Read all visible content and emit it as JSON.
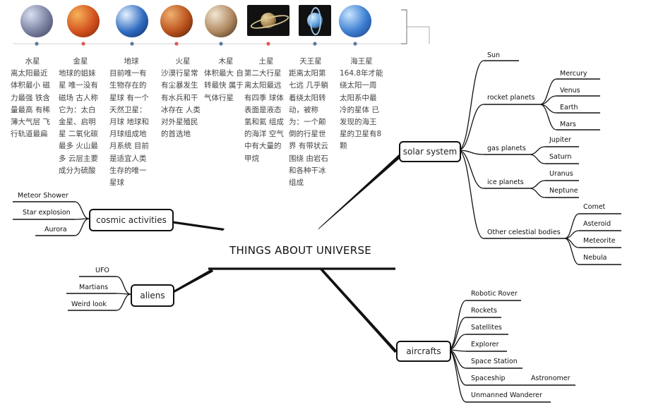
{
  "planets": [
    {
      "name": "水星",
      "desc": "离太阳最近 体积最小 磁力最强 铁含量最高 有稀薄大气层 飞行轨道最扁",
      "colors": [
        "#d8e0f0",
        "#7a7fa0",
        "#3c3f5a"
      ],
      "dot": "#5a7a9a"
    },
    {
      "name": "金星",
      "desc": "地球的姐妹星 唯一没有磁场 古人称它为：太白金星、启明星 二氧化碳最多 火山最多 云层主要成分为硫酸",
      "colors": [
        "#f6b25a",
        "#d2521e",
        "#7a1f0a"
      ],
      "dot": "#e15a5a"
    },
    {
      "name": "地球",
      "desc": "目前唯一有生物存在的星球 有一个天然卫星：月球 地球和月球组成地月系统 目前是适宜人类生存的唯一星球",
      "colors": [
        "#e6f2ff",
        "#2f6cc0",
        "#0d2a5e"
      ],
      "dot": "#5a7a9a"
    },
    {
      "name": "火星",
      "desc": "沙漠行星常有尘暴发生 有水兵和干冰存在 人类对外星殖民的首选地",
      "colors": [
        "#f0b070",
        "#b8521c",
        "#4a1a08"
      ],
      "dot": "#e15a5a"
    },
    {
      "name": "木星",
      "desc": "体积最大 自转最快 属于气体行星",
      "colors": [
        "#f2e6d2",
        "#b08860",
        "#3a2a1c"
      ],
      "dot": "#5a7a9a"
    },
    {
      "name": "土星",
      "desc": "第二大行星 离太阳最远 有四季 球体表面是液态氢和氦 组成的海洋 空气中有大量的甲烷",
      "colors": [
        "#e8d4a0",
        "#a88850",
        "#1a1a1a"
      ],
      "dot": "#e15a5a"
    },
    {
      "name": "天王星",
      "desc": "距离太阳第七远 几乎躺着绕太阳转动，被称为：一个颠倒的行星世界 有带状云围绕 由岩石和各种干冰组成",
      "colors": [
        "#e0f4ff",
        "#5a9ad8",
        "#0a1a30"
      ],
      "dot": "#5a7a9a"
    },
    {
      "name": "海王星",
      "desc": "164.8年才能绕太阳一周 太阳系中最冷的星体 已发现的海王星的卫星有8颗",
      "colors": [
        "#c8e4ff",
        "#3c7ed0",
        "#1a3c80"
      ],
      "dot": "#5a7a9a"
    }
  ],
  "center": {
    "title": "THINGS ABOUT UNIVERSE"
  },
  "nodes": {
    "solar_system": "solar system",
    "cosmic_activities": "cosmic activities",
    "aliens": "aliens",
    "aircrafts": "aircrafts"
  },
  "solar": {
    "sun": "Sun",
    "rocket_planets": {
      "label": "rocket planets",
      "items": [
        "Mercury",
        "Venus",
        "Earth",
        "Mars"
      ]
    },
    "gas_planets": {
      "label": "gas planets",
      "items": [
        "Jupiter",
        "Saturn"
      ]
    },
    "ice_planets": {
      "label": "ice planets",
      "items": [
        "Uranus",
        "Neptune"
      ]
    },
    "other_bodies": {
      "label": "Other celestial bodies",
      "items": [
        "Comet",
        "Asteroid",
        "Meteorite",
        "Nebula"
      ]
    }
  },
  "cosmic": [
    "Meteor Shower",
    "Star explosion",
    "Aurora"
  ],
  "aliens_items": [
    "UFO",
    "Martians",
    "Weird look"
  ],
  "aircraft_items": [
    "Robotic Rover",
    "Rockets",
    "Satellites",
    "Explorer",
    "Space Station",
    "Spaceship",
    "Unmanned Wanderer"
  ],
  "spaceship_sub": "Astronomer"
}
